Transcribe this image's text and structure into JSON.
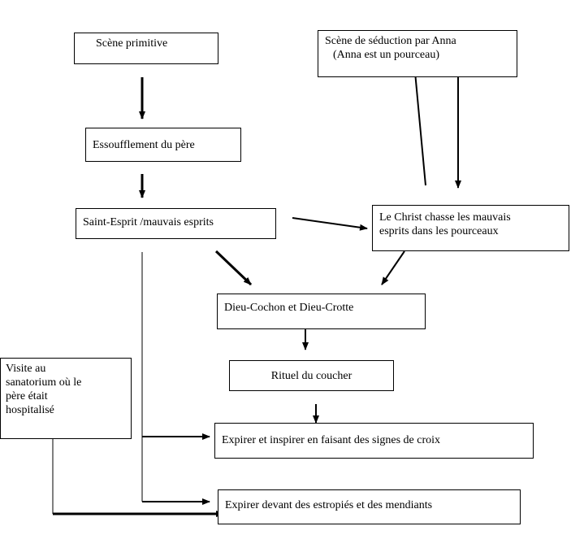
{
  "nodes": {
    "scene_primitive": {
      "text": "Scène primitive"
    },
    "essoufflement": {
      "text": "Essoufflement du père"
    },
    "saint_esprit": {
      "text": "Saint-Esprit /mauvais esprits"
    },
    "seduction": {
      "line1": "Scène de séduction par Anna",
      "line2": "(Anna est un pourceau)"
    },
    "christ": {
      "line1": "Le Christ chasse les mauvais",
      "line2": "esprits dans les pourceaux"
    },
    "dieu_cochon": {
      "text": "Dieu-Cochon et Dieu-Crotte"
    },
    "rituel": {
      "text": "Rituel du coucher"
    },
    "visite": {
      "line1": "Visite au",
      "line2": "sanatorium où le",
      "line3": "père était",
      "line4": "hospitalisé"
    },
    "expirer_croix": {
      "text": "Expirer et inspirer en faisant des signes de croix"
    },
    "expirer_estropies": {
      "text": "Expirer devant des estropiés et des mendiants"
    }
  },
  "colors": {
    "line": "#000000",
    "box_border": "#000000",
    "background": "#ffffff"
  }
}
